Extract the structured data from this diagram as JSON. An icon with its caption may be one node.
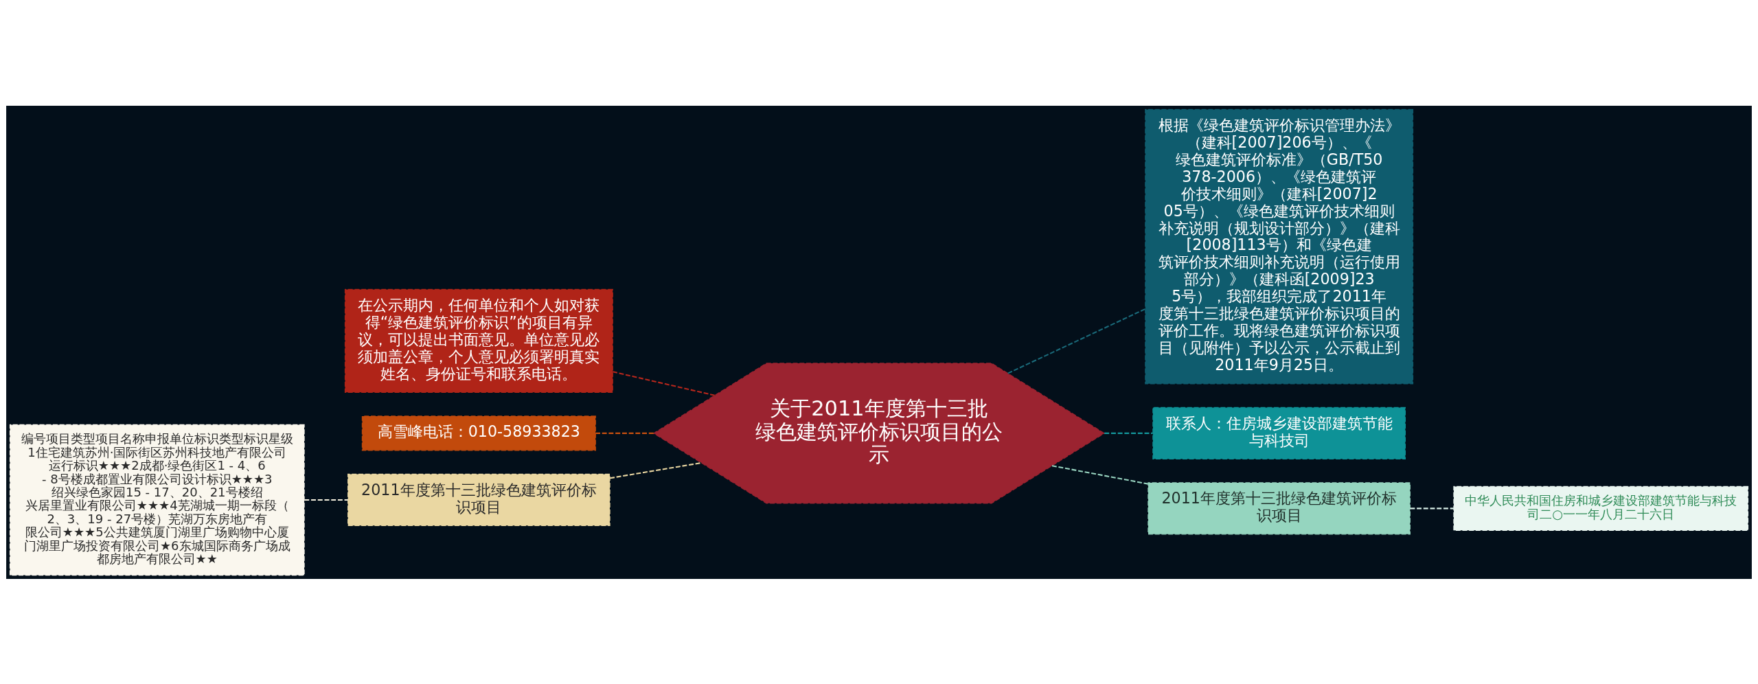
{
  "diagram": {
    "nodes": [
      {
        "text": [
          "关于2011年度第十三批绿色建筑评价标识项目的公示"
        ]
      },
      {
        "text": [
          "根据《绿色建筑评价标识管理办法》（建科[2007]206号）、《绿色建筑评价标准》（GB/T50378-2006）、《绿色建筑评价技术细则》（建科[2007]205号）、《绿色建筑评价技术细则补充说明（规划设计部分）》（建科[2008]113号）和《绿色建筑评价技术细则补充说明（运行使用部分）》（建科函[2009]235号），我部组织完成了2011年度第十三批绿色建筑评价标识项目的评价工作。现将绿色建筑评价标识项目（见附件）予以公示，公示截止到2011年9月25日。"
        ]
      },
      {
        "text": [
          "联系人：住房城乡建设部建筑节能与科技司"
        ]
      },
      {
        "text": [
          "2011年度第十三批绿色建筑评价标识项目"
        ]
      },
      {
        "text": [
          "中华人民共和国住房和城乡建设部建筑节能与科技司二○一一年八月二十六日"
        ]
      },
      {
        "text": [
          "在公示期内，任何单位和个人如对获得“绿色建筑评价标识”的项目有异议，可以提出书面意见。单位意见必须加盖公章，个人意见必须署明真实姓名、身份证号和联系电话。"
        ]
      },
      {
        "text": [
          "高雪峰电话：010-58933823"
        ]
      },
      {
        "text": [
          "2011年度第十三批绿色建筑评价标识项目"
        ]
      },
      {
        "text": [
          "编号项目类型项目名称申报单位标识类型标识星级1住宅建筑苏州·国际街区苏州科技地产有限公司运行标识★★★2成都·绿色街区1 - 4、6 - 8号楼成都置业有限公司设计标识★★★3绍兴绿色家园15 - 17、20、21号楼绍兴居里置业有限公司★★★4芜湖城一期一标段（2、3、19 - 27号楼）芜湖万东房地产有限公司★★★5公共建筑厦门湖里广场购物中心厦门湖里广场投资有限公司★6东城国际商务广场成都房地产有限公司★★"
        ]
      }
    ],
    "edges": [
      {
        "from": 0,
        "to": 1,
        "arrow": "none",
        "style": "dashed",
        "color": "#1a6a7a"
      },
      {
        "from": 0,
        "to": 2,
        "arrow": "none",
        "style": "dashed",
        "color": "#14979c"
      },
      {
        "from": 0,
        "to": 3,
        "arrow": "none",
        "style": "dashed",
        "color": "#98d4c0"
      },
      {
        "from": 3,
        "to": 4,
        "arrow": "none",
        "style": "dashed",
        "color": "#d8eee6"
      },
      {
        "from": 0,
        "to": 5,
        "arrow": "none",
        "style": "dashed",
        "color": "#b8271c"
      },
      {
        "from": 0,
        "to": 6,
        "arrow": "none",
        "style": "dashed",
        "color": "#c9500f"
      },
      {
        "from": 0,
        "to": 7,
        "arrow": "none",
        "style": "dashed",
        "color": "#ead7a2"
      },
      {
        "from": 7,
        "to": 8,
        "arrow": "none",
        "style": "dashed",
        "color": "#f3eedd"
      }
    ]
  }
}
